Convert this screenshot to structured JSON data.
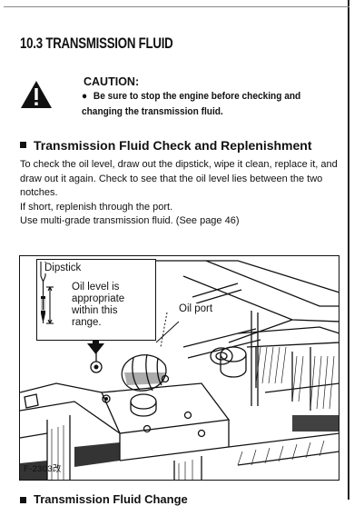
{
  "section": {
    "title": "10.3 TRANSMISSION FLUID"
  },
  "caution": {
    "title": "CAUTION:",
    "bullet": "Be sure to stop the engine before checking and changing the transmission fluid."
  },
  "check": {
    "heading": "Transmission Fluid Check and Replenishment",
    "paragraphs": [
      "To check the oil level, draw out the dipstick, wipe it clean, replace it, and draw out it again. Check to see that the oil level lies between the two notches.",
      "If short, replenish through the port.",
      "Use multi-grade transmission fluid. (See page 46)"
    ]
  },
  "figure": {
    "labels": {
      "dipstick": "Dipstick",
      "oil_level_1": "Oil level is",
      "oil_level_2": "appropriate",
      "oil_level_3": "within this",
      "oil_level_4": "range.",
      "oil_port": "Oil port"
    },
    "code": "F-2303改"
  },
  "next": {
    "heading": "Transmission Fluid Change"
  }
}
